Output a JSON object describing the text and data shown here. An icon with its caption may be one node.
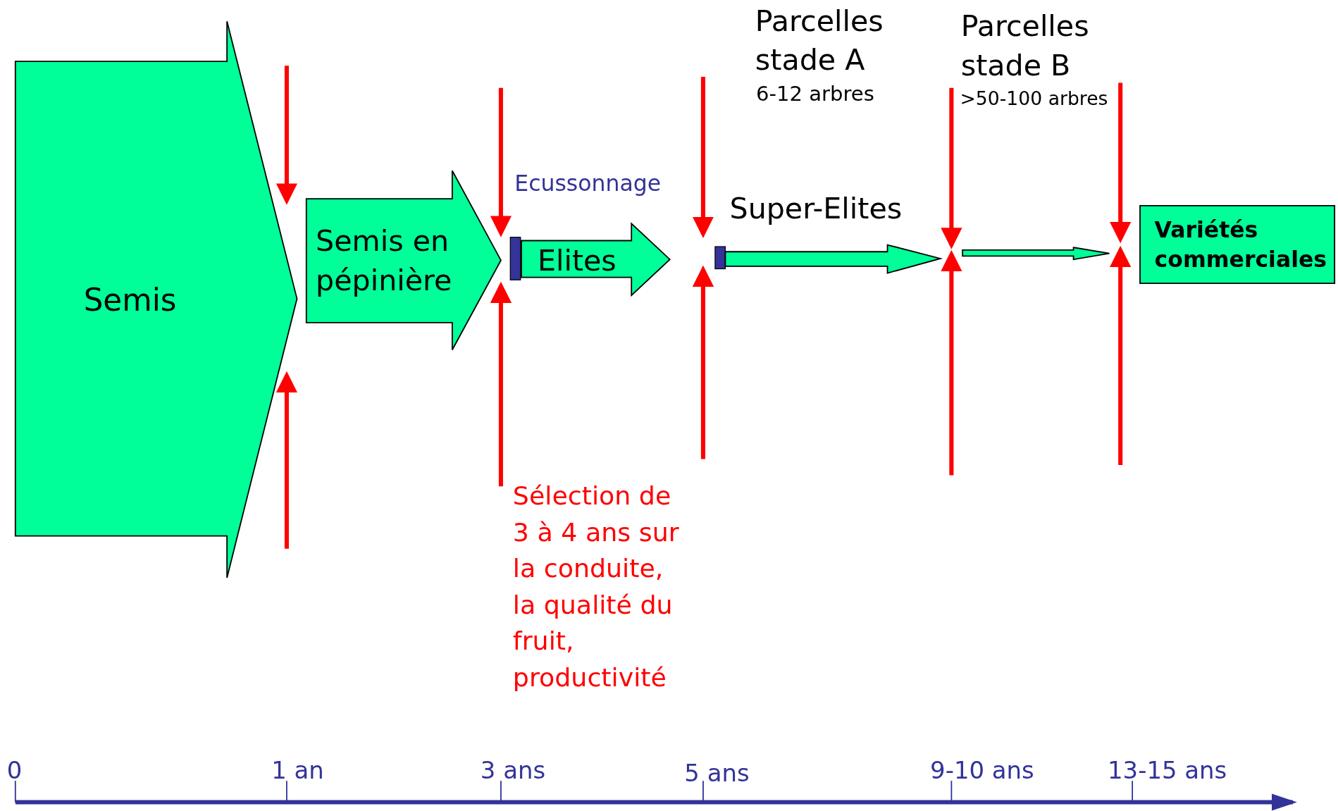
{
  "diagram": {
    "nodes": [
      {
        "text": [
          "Semis"
        ]
      },
      {
        "text": [
          "Semis en pépinière"
        ]
      },
      {
        "text": [
          "Elites"
        ]
      },
      {
        "text": [
          "Super-Elites"
        ]
      },
      {
        "text": [],
        "shape": "arrow"
      },
      {
        "text": [
          "Variétés commerciales"
        ]
      }
    ],
    "labels": [
      "Parcelles stade A",
      "6-12 arbres",
      "Parcelles stade B",
      ">50-100 arbres",
      "Ecussonnage",
      "Sélection de 3 à 4 ans sur la conduite, la qualité du fruit, productivité",
      "0",
      "1 an",
      "3 ans",
      "5 ans",
      "9-10 ans",
      "13-15 ans"
    ]
  }
}
